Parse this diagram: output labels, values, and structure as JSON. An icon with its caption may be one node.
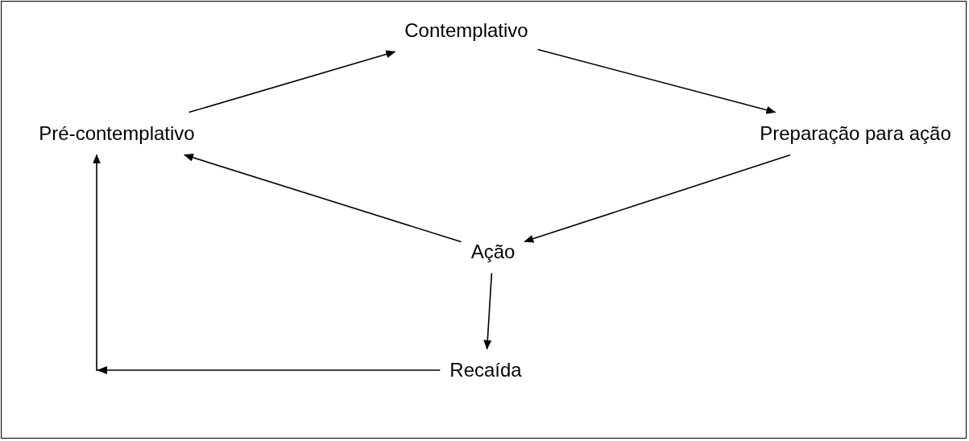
{
  "diagram": {
    "nodes": [
      {
        "text": [
          "Contemplativo"
        ]
      },
      {
        "text": [
          "Pré-contemplativo"
        ]
      },
      {
        "text": [
          "Preparação para ação"
        ]
      },
      {
        "text": [
          "Ação"
        ]
      },
      {
        "text": [
          "Recaída"
        ]
      }
    ],
    "edges": [
      {
        "from": 1,
        "to": 0,
        "arrow": "to"
      },
      {
        "from": 0,
        "to": 2,
        "arrow": "to"
      },
      {
        "from": 2,
        "to": 3,
        "arrow": "to"
      },
      {
        "from": 3,
        "to": 1,
        "arrow": "to"
      },
      {
        "from": 3,
        "to": 4,
        "arrow": "to"
      },
      {
        "from": 4,
        "to": 1,
        "arrow": "to"
      }
    ]
  }
}
